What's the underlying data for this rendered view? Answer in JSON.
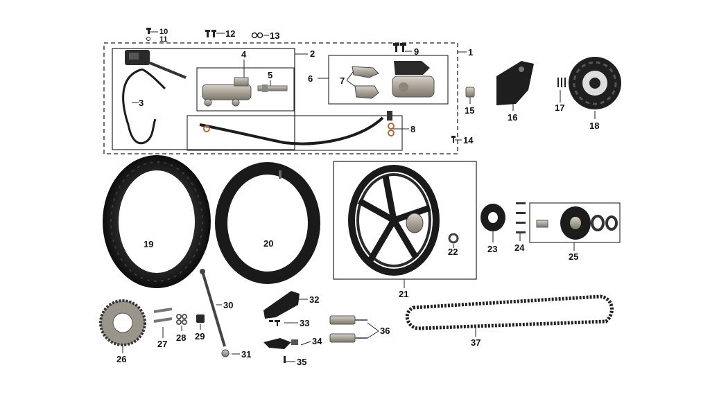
{
  "colors": {
    "ink": "#1a1a1a",
    "metal": "#b9b3a8",
    "rubber": "#141414",
    "background": "#ffffff"
  },
  "parts": [
    {
      "number": "1",
      "icon": "brake-assembly-group"
    },
    {
      "number": "2",
      "icon": "rear-brake-subassembly"
    },
    {
      "number": "3",
      "icon": "brake-cable"
    },
    {
      "number": "4",
      "icon": "master-cylinder"
    },
    {
      "number": "5",
      "icon": "brake-switch"
    },
    {
      "number": "6",
      "icon": "caliper-subassembly"
    },
    {
      "number": "7",
      "icon": "brake-pads"
    },
    {
      "number": "8",
      "icon": "brake-hose"
    },
    {
      "number": "9",
      "icon": "bolt"
    },
    {
      "number": "10",
      "icon": "bolt"
    },
    {
      "number": "11",
      "icon": "washer"
    },
    {
      "number": "12",
      "icon": "bolt"
    },
    {
      "number": "13",
      "icon": "washer"
    },
    {
      "number": "14",
      "icon": "screw"
    },
    {
      "number": "15",
      "icon": "spacer"
    },
    {
      "number": "16",
      "icon": "caliper-bracket"
    },
    {
      "number": "17",
      "icon": "bolt"
    },
    {
      "number": "18",
      "icon": "brake-disc"
    },
    {
      "number": "19",
      "icon": "tire"
    },
    {
      "number": "20",
      "icon": "inner-tube"
    },
    {
      "number": "21",
      "icon": "rear-wheel"
    },
    {
      "number": "22",
      "icon": "spacer"
    },
    {
      "number": "23",
      "icon": "damper-rubber"
    },
    {
      "number": "24",
      "icon": "bolt"
    },
    {
      "number": "25",
      "icon": "sprocket-hub"
    },
    {
      "number": "26",
      "icon": "rear-sprocket"
    },
    {
      "number": "27",
      "icon": "lock-plate"
    },
    {
      "number": "28",
      "icon": "nut"
    },
    {
      "number": "29",
      "icon": "spacer"
    },
    {
      "number": "30",
      "icon": "axle"
    },
    {
      "number": "31",
      "icon": "nut"
    },
    {
      "number": "32",
      "icon": "chain-guide"
    },
    {
      "number": "33",
      "icon": "bolt"
    },
    {
      "number": "34",
      "icon": "chain-slider"
    },
    {
      "number": "35",
      "icon": "screw"
    },
    {
      "number": "36",
      "icon": "chain-adjuster"
    },
    {
      "number": "37",
      "icon": "drive-chain"
    }
  ]
}
